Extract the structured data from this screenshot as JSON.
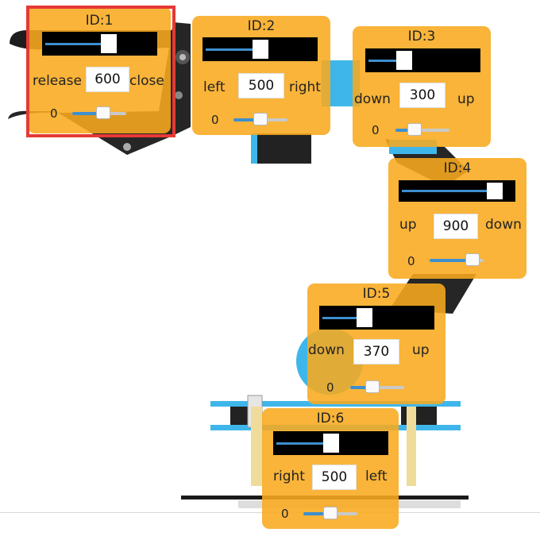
{
  "colors": {
    "panel": "#f8aa1e",
    "slider_fill": "#3d8fd0",
    "highlight": "#e53935",
    "servo_blue": "#3fb6ea"
  },
  "selected_servo": "ID:1",
  "servos": [
    {
      "id": "ID:1",
      "value": "600",
      "left": "release",
      "right": "close",
      "min": "0",
      "level": 0.6
    },
    {
      "id": "ID:2",
      "value": "500",
      "left": "left",
      "right": "right",
      "min": "0",
      "level": 0.5
    },
    {
      "id": "ID:3",
      "value": "300",
      "left": "down",
      "right": "up",
      "min": "0",
      "level": 0.3
    },
    {
      "id": "ID:4",
      "value": "900",
      "left": "up",
      "right": "down",
      "min": "0",
      "level": 0.9
    },
    {
      "id": "ID:5",
      "value": "370",
      "left": "down",
      "right": "up",
      "min": "0",
      "level": 0.37
    },
    {
      "id": "ID:6",
      "value": "500",
      "left": "right",
      "right": "left",
      "min": "0",
      "level": 0.5
    }
  ]
}
